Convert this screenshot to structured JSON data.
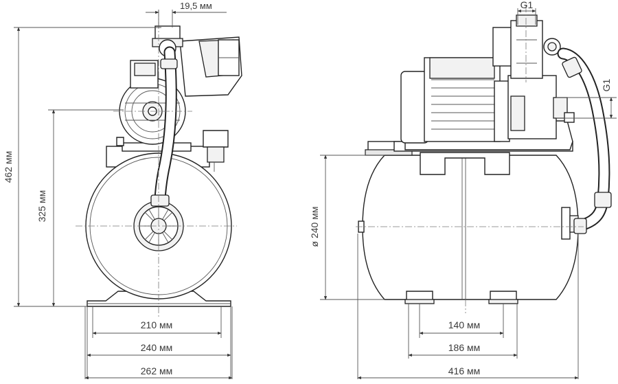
{
  "front_view": {
    "dimensions": {
      "top_offset": "19,5 мм",
      "total_height": "462 мм",
      "axis_height": "325 мм",
      "foot_spacing": "210 мм",
      "base_width": "240 мм",
      "tank_width": "262 мм"
    }
  },
  "side_view": {
    "dimensions": {
      "outlet_thread": "G1",
      "inlet_thread": "G1",
      "tank_diameter": "ø 240 мм",
      "foot_spacing": "140 мм",
      "base_length": "186 мм",
      "total_length": "416 мм"
    }
  }
}
